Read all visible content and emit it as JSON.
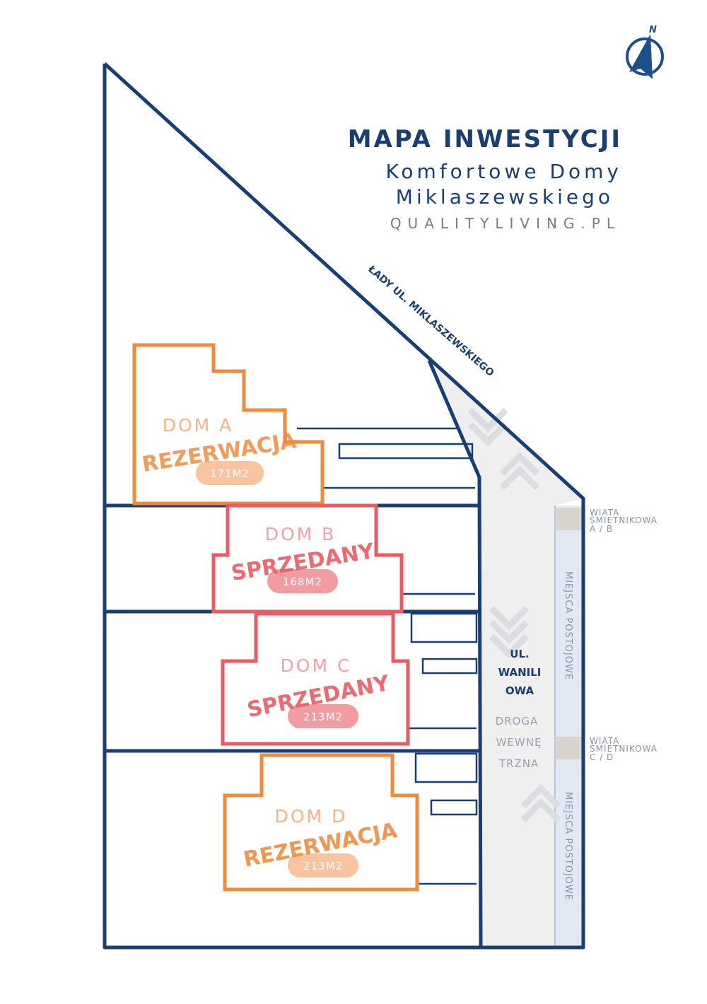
{
  "header": {
    "title": "MAPA INWESTYCJI",
    "subtitle_line1": "Komfortowe Domy",
    "subtitle_line2": "Miklaszewskiego",
    "website": "QUALITYLIVING.PL"
  },
  "compass": {
    "label": "N"
  },
  "streets": {
    "main": "ŁADY UL. MIKLASZEWSKIEGO",
    "internal_name_line1": "UL.",
    "internal_name_line2": "WANILI",
    "internal_name_line3": "OWA",
    "internal_desc_line1": "DROGA",
    "internal_desc_line2": "WEWNĘ",
    "internal_desc_line3": "TRZNA"
  },
  "facilities": {
    "bin_ab": [
      "WIATA",
      "ŚMIETNIKOWA",
      "A / B"
    ],
    "bin_cd": [
      "WIATA",
      "ŚMIETNIKOWA",
      "C / D"
    ],
    "parking_1": "MIEJSCA POSTOJOWE",
    "parking_2": "MIEJSCA POSTOJOWE"
  },
  "colors": {
    "navy": "#173f74",
    "reserved": "#f28a3c",
    "sold": "#ec5a63"
  },
  "houses": [
    {
      "name": "DOM A",
      "status": "REZERWACJA",
      "area": "171M2",
      "color": "#f28a3c"
    },
    {
      "name": "DOM B",
      "status": "SPRZEDANY",
      "area": "168M2",
      "color": "#ec5a63"
    },
    {
      "name": "DOM C",
      "status": "SPRZEDANY",
      "area": "213M2",
      "color": "#ec5a63"
    },
    {
      "name": "DOM D",
      "status": "REZERWACJA",
      "area": "213M2",
      "color": "#f28a3c"
    }
  ]
}
